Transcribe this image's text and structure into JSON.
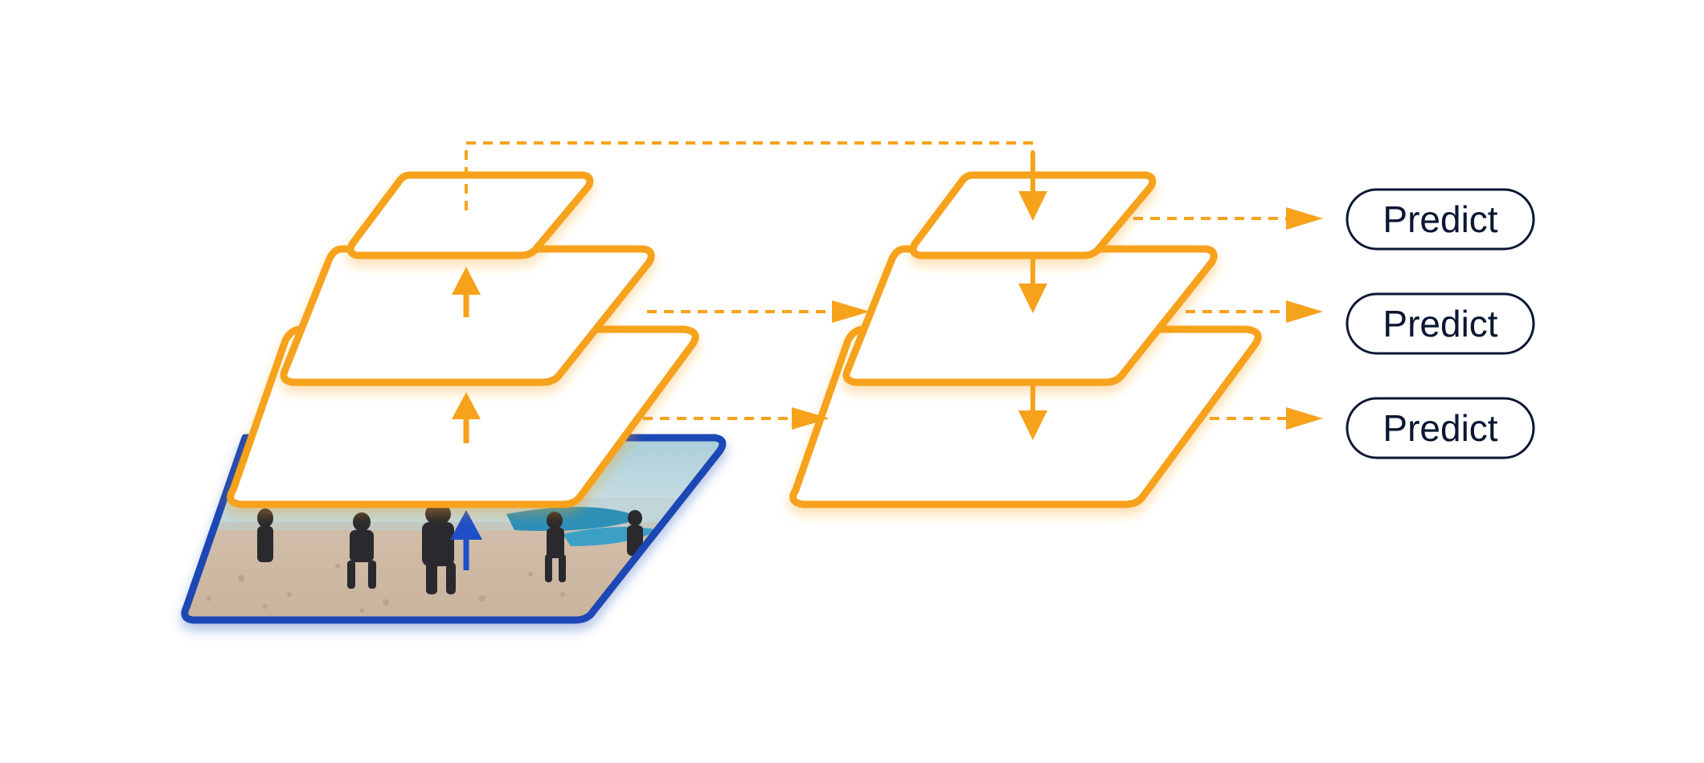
{
  "colors": {
    "background": "#ffffff",
    "feature_map": "#f7a21b",
    "input_image_border": "#1e46b4",
    "input_arrow": "#1f4fc6",
    "predict_border": "#0a1733",
    "predict_text": "#0a1733"
  },
  "input_image": {
    "icon": "beach-photo-image"
  },
  "predict_boxes": [
    {
      "label": "Predict"
    },
    {
      "label": "Predict"
    },
    {
      "label": "Predict"
    }
  ]
}
